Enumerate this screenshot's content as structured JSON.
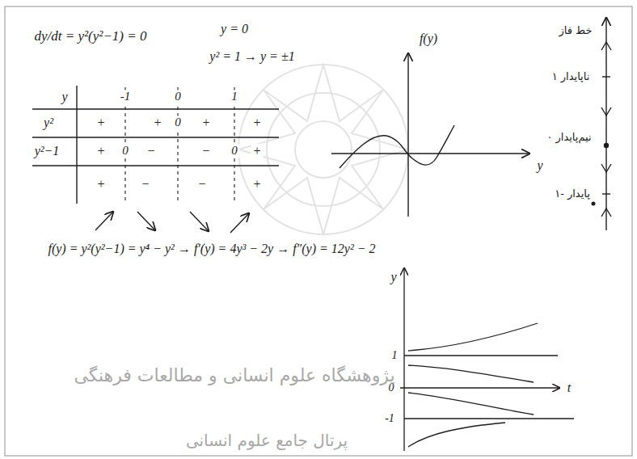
{
  "diagram": {
    "labels": [
      "dy/dt = y²(y²−1) = 0",
      "y = 0",
      "y² = 1 → y = ±1",
      "y",
      "-1",
      "0",
      "1",
      "y²",
      "+",
      "+",
      "0",
      "+",
      "+",
      "y²−1",
      "+",
      "0",
      "−",
      "−",
      "0",
      "+",
      "+",
      "−",
      "−",
      "+",
      "f(y)",
      "y",
      "خط فاز",
      "ناپایدار ۱",
      "نیم‌پایدار ۰",
      "پایدار -۱",
      "f(y) = y²(y²−1) = y⁴ − y² → f′(y) = 4y³ − 2y → f″(y) = 12y² − 2",
      "y",
      "t",
      "1",
      "0",
      "-1",
      "پژوهشگاه علوم انسانی و مطالعات فرهنگی",
      "پرتال جامع علوم انسانی"
    ]
  }
}
